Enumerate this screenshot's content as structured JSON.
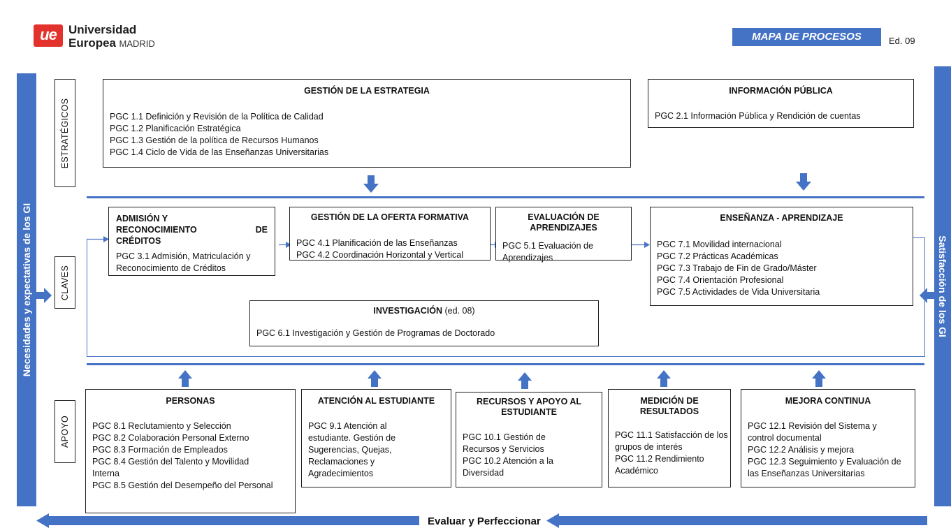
{
  "header": {
    "logo_mark": "ue",
    "logo_line1": "Universidad",
    "logo_line2_bold": "Europea",
    "logo_line2_light": "MADRID",
    "map_title": "MAPA DE PROCESOS",
    "edition": "Ed. 09"
  },
  "colors": {
    "accent": "#4472c4",
    "logo_red": "#e3322b"
  },
  "sidebars": {
    "left": "Necesidades y expectativas de los GI",
    "right": "Satisfacción de los GI"
  },
  "rows": {
    "strategic": "ESTRATÉGICOS",
    "key": "CLAVES",
    "support": "APOYO"
  },
  "boxes": {
    "estrategia": {
      "title": "GESTIÓN DE LA ESTRATEGIA",
      "items": [
        "PGC 1.1 Definición y Revisión de la Política de Calidad",
        "PGC 1.2 Planificación Estratégica",
        "PGC 1.3 Gestión de la política de Recursos Humanos",
        "PGC 1.4 Ciclo de Vida de las Enseñanzas Universitarias"
      ]
    },
    "informacion": {
      "title": "INFORMACIÓN PÚBLICA",
      "items": [
        "PGC 2.1 Información Pública y  Rendición de cuentas"
      ]
    },
    "admision": {
      "title_lines": [
        "ADMISIÓN Y",
        "RECONOCIMIENTO",
        "DE",
        "CRÉDITOS"
      ],
      "items": [
        "PGC 3.1 Admisión, Matriculación y Reconocimiento de Créditos"
      ]
    },
    "oferta": {
      "title": "GESTIÓN DE LA OFERTA FORMATIVA",
      "items": [
        "PGC 4.1 Planificación de las Enseñanzas",
        "PGC 4.2 Coordinación Horizontal y Vertical"
      ]
    },
    "evaluacion": {
      "title": "EVALUACIÓN DE APRENDIZAJES",
      "items": [
        "PGC 5.1 Evaluación de Aprendizajes"
      ]
    },
    "ensenanza": {
      "title": "ENSEÑANZA - APRENDIZAJE",
      "items": [
        "PGC 7.1 Movilidad internacional",
        "PGC 7.2 Prácticas Académicas",
        "PGC 7.3 Trabajo de Fin de Grado/Máster",
        "PGC 7.4 Orientación Profesional",
        "PGC 7.5 Actividades de Vida Universitaria"
      ]
    },
    "investigacion": {
      "title_bold": "INVESTIGACIÓN",
      "title_extra": "(ed. 08)",
      "items": [
        "PGC 6.1 Investigación y Gestión de Programas de Doctorado"
      ]
    },
    "personas": {
      "title": "PERSONAS",
      "items": [
        "PGC 8.1 Reclutamiento y Selección",
        "PGC 8.2 Colaboración Personal Externo",
        "PGC 8.3 Formación de Empleados",
        "PGC 8.4 Gestión del Talento y  Movilidad Interna",
        "PGC 8.5 Gestión del Desempeño del Personal"
      ]
    },
    "atencion": {
      "title": "ATENCIÓN AL ESTUDIANTE",
      "items": [
        "PGC 9.1 Atención al estudiante. Gestión de Sugerencias, Quejas, Reclamaciones y Agradecimientos"
      ]
    },
    "recursos": {
      "title": "RECURSOS Y APOYO AL ESTUDIANTE",
      "items": [
        "PGC 10.1 Gestión de Recursos y Servicios",
        "PGC 10.2 Atención a la Diversidad"
      ]
    },
    "medicion": {
      "title": "MEDICIÓN DE RESULTADOS",
      "items": [
        "PGC 11.1 Satisfacción de los grupos de interés",
        "PGC 11.2 Rendimiento Académico"
      ]
    },
    "mejora": {
      "title": "MEJORA CONTINUA",
      "items": [
        "PGC 12.1 Revisión del Sistema y control documental",
        "PGC 12.2 Análisis y mejora",
        "PGC 12.3 Seguimiento y Evaluación de las Enseñanzas Universitarias"
      ]
    }
  },
  "footer": {
    "label": "Evaluar y Perfeccionar"
  }
}
